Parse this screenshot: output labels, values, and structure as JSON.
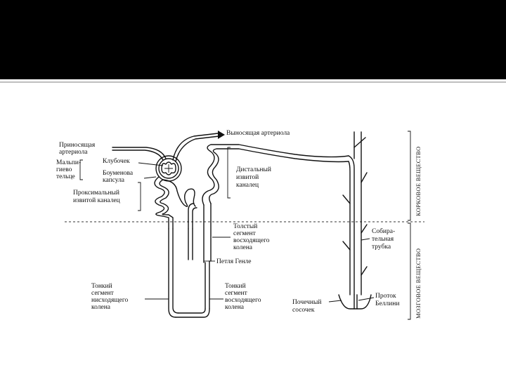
{
  "labels": {
    "afferent_1": "Приносящая",
    "afferent_2": "артериола",
    "efferent": "Выносящая артериола",
    "malpighian_1": "Мальпи-",
    "malpighian_2": "гиево",
    "malpighian_3": "тельце",
    "glomerulus": "Клубочек",
    "bowman_1": "Боуменова",
    "bowman_2": "капсула",
    "proximal_1": "Проксимальный",
    "proximal_2": "извитой каналец",
    "distal_1": "Дистальный",
    "distal_2": "извитой",
    "distal_3": "каналец",
    "thick_1": "Толстый",
    "thick_2": "сегмент",
    "thick_3": "восходящего",
    "thick_4": "колена",
    "henle": "Петля Генле",
    "thin_desc_1": "Тонкий",
    "thin_desc_2": "сегмент",
    "thin_desc_3": "нисходящего",
    "thin_desc_4": "колена",
    "thin_asc_1": "Тонкий",
    "thin_asc_2": "сегмент",
    "thin_asc_3": "восходящего",
    "thin_asc_4": "колена",
    "collecting_1": "Собира-",
    "collecting_2": "тельная",
    "collecting_3": "трубка",
    "papilla_1": "Почечный",
    "papilla_2": "сосочек",
    "bellini_1": "Проток",
    "bellini_2": "Беллини",
    "cortex": "КОРКОВОЕ ВЕЩЕСТВО",
    "medulla": "МОЗГОВОЕ ВЕЩЕСТВО"
  },
  "colors": {
    "band": "#000000",
    "ink": "#111111",
    "background": "#ffffff"
  }
}
